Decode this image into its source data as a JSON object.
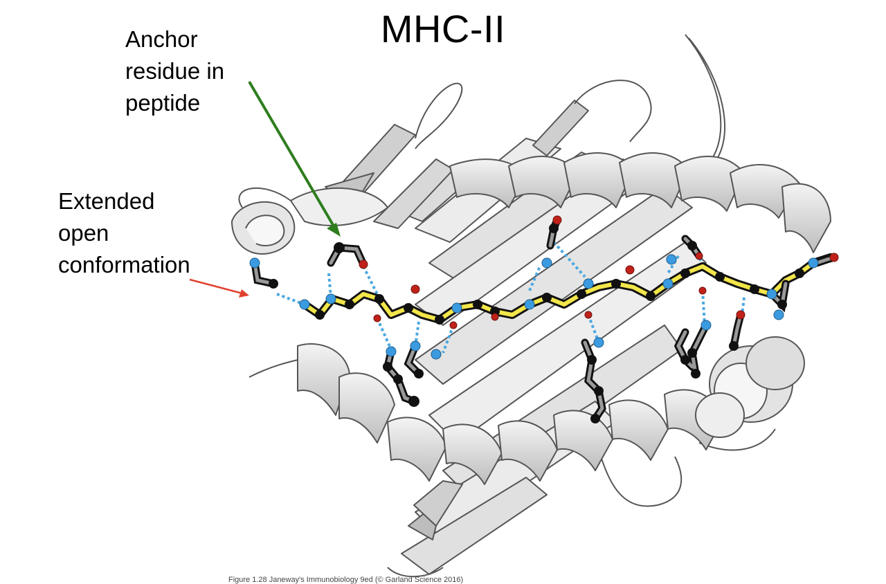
{
  "slide": {
    "title": "MHC-II",
    "labels": {
      "anchor": [
        "Anchor",
        "residue in",
        "peptide"
      ],
      "extended": [
        "Extended",
        "open",
        "conformation"
      ]
    },
    "caption": "Figure 1.28 Janeway's Immunobiology 9ed (© Garland Science 2016)"
  },
  "colors": {
    "anchor_arrow": "#2e7d1e",
    "conformation_arrow": "#e0412f",
    "peptide_bond": "#f2e64a",
    "carbon_atom": "#111111",
    "nitrogen_atom": "#3b9be0",
    "oxygen_atom": "#c0221a",
    "hydrogen_bond": "#4aa8e0",
    "protein_ribbon": "#e9e9e9"
  },
  "icons": {
    "anchor_pointer": "arrow-icon",
    "conformation_pointer": "arrow-icon"
  }
}
